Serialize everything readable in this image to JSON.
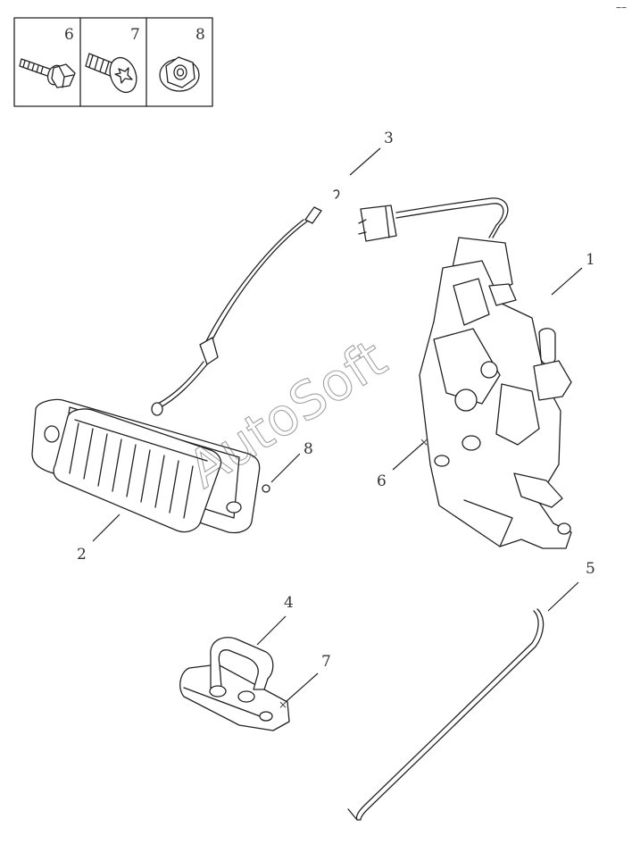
{
  "legend": {
    "cells": [
      {
        "number": "6",
        "icon": "flange-bolt-icon"
      },
      {
        "number": "7",
        "icon": "torx-screw-icon"
      },
      {
        "number": "8",
        "icon": "hex-flange-nut-icon"
      }
    ]
  },
  "callouts": {
    "c1": "1",
    "c2": "2",
    "c3": "3",
    "c4": "4",
    "c5": "5",
    "c6": "6",
    "c7": "7",
    "c8": "8"
  },
  "watermark": "AutoSoft",
  "corner_mark": "––"
}
